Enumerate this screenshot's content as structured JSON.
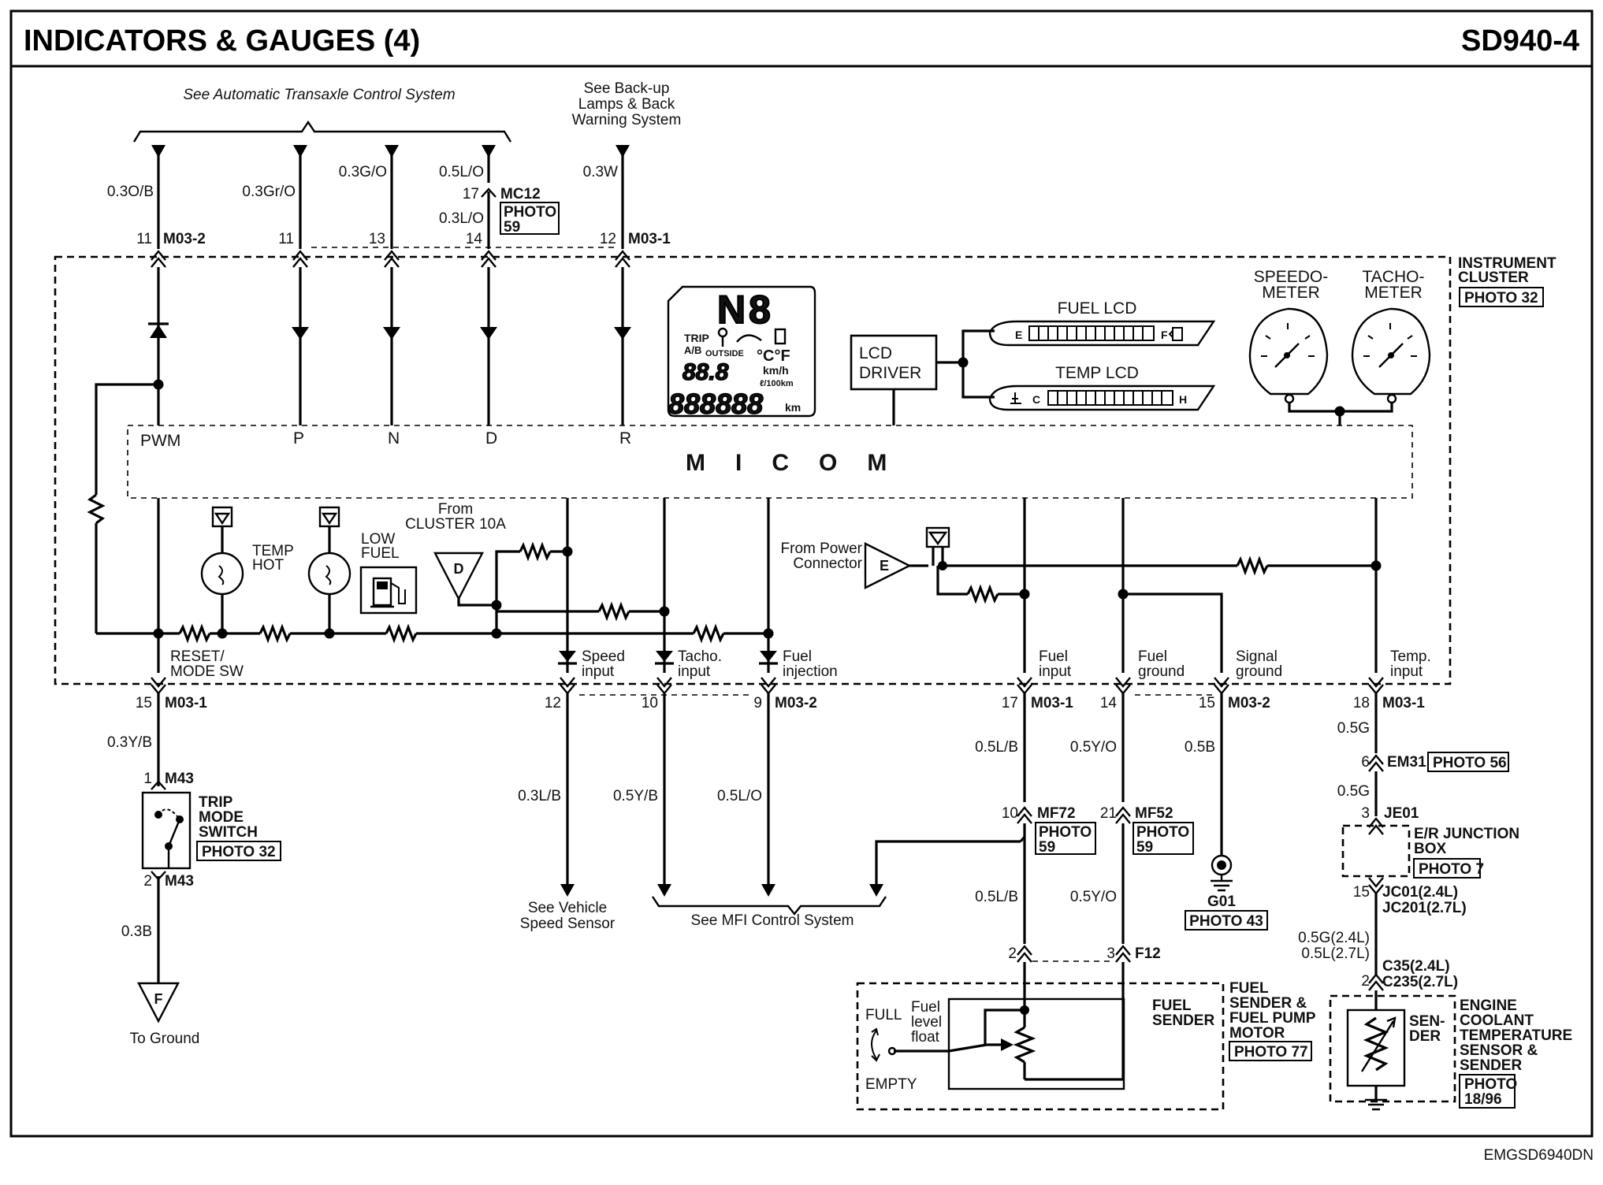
{
  "header": {
    "title": "INDICATORS & GAUGES (4)",
    "code": "SD940-4"
  },
  "footer": {
    "code": "EMGSD6940DN"
  },
  "refs": {
    "atcs": "See Automatic Transaxle Control System",
    "backup_1": "See Back-up",
    "backup_2": "Lamps & Back",
    "backup_3": "Warning System",
    "vss_1": "See Vehicle",
    "vss_2": "Speed Sensor",
    "mfi": "See MFI Control System",
    "to_ground": "To Ground"
  },
  "top_wires": {
    "w1": "0.3O/B",
    "w2": "0.3Gr/O",
    "w3": "0.3G/O",
    "w4": "0.5L/O",
    "w4b": "0.3L/O",
    "w5": "0.3W",
    "pin1": "11",
    "pin2": "11",
    "pin3": "13",
    "pin4": "14",
    "pin5": "12",
    "conn_a": "M03-2",
    "conn_b": "M03-1",
    "mc12_pin": "17",
    "mc12": "MC12",
    "photo59_a": "PHOTO",
    "photo59_b": "59"
  },
  "cluster": {
    "title_1": "INSTRUMENT",
    "title_2": "CLUSTER",
    "photo": "PHOTO 32",
    "speedo_1": "SPEEDO-",
    "speedo_2": "METER",
    "tacho_1": "TACHO-",
    "tacho_2": "METER",
    "fuel_lcd": "FUEL LCD",
    "temp_lcd": "TEMP LCD",
    "lcd_driver_1": "LCD",
    "lcd_driver_2": "DRIVER",
    "micom": "MICOM",
    "pwm": "PWM",
    "p": "P",
    "n": "N",
    "d": "D",
    "r": "R",
    "temp_hot_1": "TEMP",
    "temp_hot_2": "HOT",
    "low_fuel_1": "LOW",
    "low_fuel_2": "FUEL",
    "from_cluster_1": "From",
    "from_cluster_2": "CLUSTER 10A",
    "from_power_1": "From Power",
    "from_power_2": "Connector",
    "d_tri": "D",
    "e_tri": "E",
    "reset_1": "RESET/",
    "reset_2": "MODE SW",
    "speed_1": "Speed",
    "speed_2": "input",
    "tacho_in_1": "Tacho.",
    "tacho_in_2": "input",
    "fuel_inj_1": "Fuel",
    "fuel_inj_2": "injection",
    "fuel_in_1": "Fuel",
    "fuel_in_2": "input",
    "fuel_gnd_1": "Fuel",
    "fuel_gnd_2": "ground",
    "sig_gnd_1": "Signal",
    "sig_gnd_2": "ground",
    "temp_in_1": "Temp.",
    "temp_in_2": "input",
    "lcd_trip": "TRIP",
    "lcd_ab": "A/B",
    "lcd_outside": "OUTSIDE",
    "lcd_degc": "°C°F",
    "lcd_kmh": "km/h",
    "lcd_100": "ℓ/100km",
    "lcd_km": "km",
    "lcd_gear": "N",
    "lcd_e": "E",
    "lcd_f": "F",
    "lcd_c": "C",
    "lcd_h": "H"
  },
  "bottom": {
    "p15": "15",
    "m031": "M03-1",
    "w_yb": "0.3Y/B",
    "m43_pin1": "1",
    "m43": "M43",
    "trip_1": "TRIP",
    "trip_2": "MODE",
    "trip_3": "SWITCH",
    "trip_photo": "PHOTO 32",
    "m43_pin2": "2",
    "m43b": "M43",
    "w_b": "0.3B",
    "f_tri": "F",
    "p12": "12",
    "p10": "10",
    "p9": "9",
    "m032": "M03-2",
    "w_lb": "0.3L/B",
    "w_yb2": "0.5Y/B",
    "w_lo": "0.5L/O",
    "p17": "17",
    "m031b": "M03-1",
    "p14": "14",
    "p15b": "15",
    "m032b": "M03-2",
    "w_lb2": "0.5L/B",
    "w_yo": "0.5Y/O",
    "w_b2": "0.5B",
    "mf72_pin": "10",
    "mf72": "MF72",
    "mf52_pin": "21",
    "mf52": "MF52",
    "photo_a": "PHOTO",
    "photo_b": "59",
    "photo_c": "PHOTO",
    "photo_d": "59",
    "w_lb3": "0.5L/B",
    "w_yo2": "0.5Y/O",
    "g01": "G01",
    "g01_photo": "PHOTO 43",
    "f12_p2": "2",
    "f12_p3": "3",
    "f12": "F12",
    "full": "FULL",
    "empty": "EMPTY",
    "float_1": "Fuel",
    "float_2": "level",
    "float_3": "float",
    "fuel_sender": "FUEL",
    "fuel_sender_2": "SENDER",
    "fsfp_1": "FUEL",
    "fsfp_2": "SENDER &",
    "fsfp_3": "FUEL PUMP",
    "fsfp_4": "MOTOR",
    "fsfp_photo": "PHOTO 77",
    "p18": "18",
    "m031c": "M03-1",
    "w_g": "0.5G",
    "em31_pin": "6",
    "em31": "EM31",
    "em31_photo": "PHOTO 56",
    "w_g2": "0.5G",
    "je01_pin": "3",
    "je01": "JE01",
    "er_1": "E/R JUNCTION",
    "er_2": "BOX",
    "er_photo": "PHOTO 7",
    "jc_pin": "15",
    "jc01": "JC01(2.4L)",
    "jc201": "JC201(2.7L)",
    "w_g24": "0.5G(2.4L)",
    "w_l27": "0.5L(2.7L)",
    "c35_pin": "2",
    "c35": "C35(2.4L)",
    "c235": "C235(2.7L)",
    "sender_1": "SEN-",
    "sender_2": "DER",
    "ect_1": "ENGINE",
    "ect_2": "COOLANT",
    "ect_3": "TEMPERATURE",
    "ect_4": "SENSOR &",
    "ect_5": "SENDER",
    "ect_photo_1": "PHOTO",
    "ect_photo_2": "18/96"
  }
}
